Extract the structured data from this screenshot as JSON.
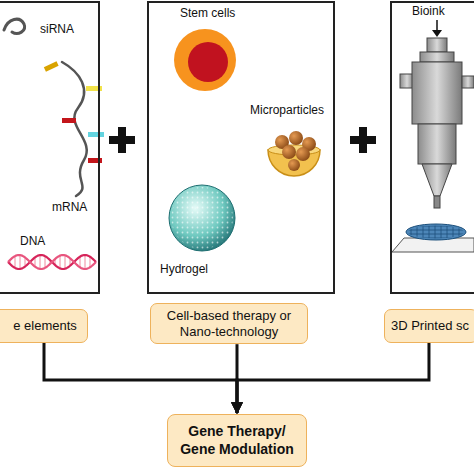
{
  "diagram": {
    "nodes": [
      {
        "text": [
          "siRNA",
          "mRNA",
          "DNA"
        ]
      },
      {
        "text": [
          "Stem cells",
          "Microparticles",
          "Hydrogel"
        ]
      },
      {
        "text": [
          "Bioink"
        ]
      },
      {
        "text": [
          "e elements"
        ]
      },
      {
        "text": [
          "Cell-based therapy or Nano-technology"
        ]
      },
      {
        "text": [
          "3D Printed sc"
        ]
      },
      {
        "text": [
          "Gene Therapy/ Gene Modulation"
        ]
      }
    ],
    "edges": [
      {
        "from": 3,
        "to": 6,
        "arrow": "to"
      },
      {
        "from": 4,
        "to": 6,
        "arrow": "to"
      },
      {
        "from": 5,
        "to": 6,
        "arrow": "to"
      }
    ]
  }
}
